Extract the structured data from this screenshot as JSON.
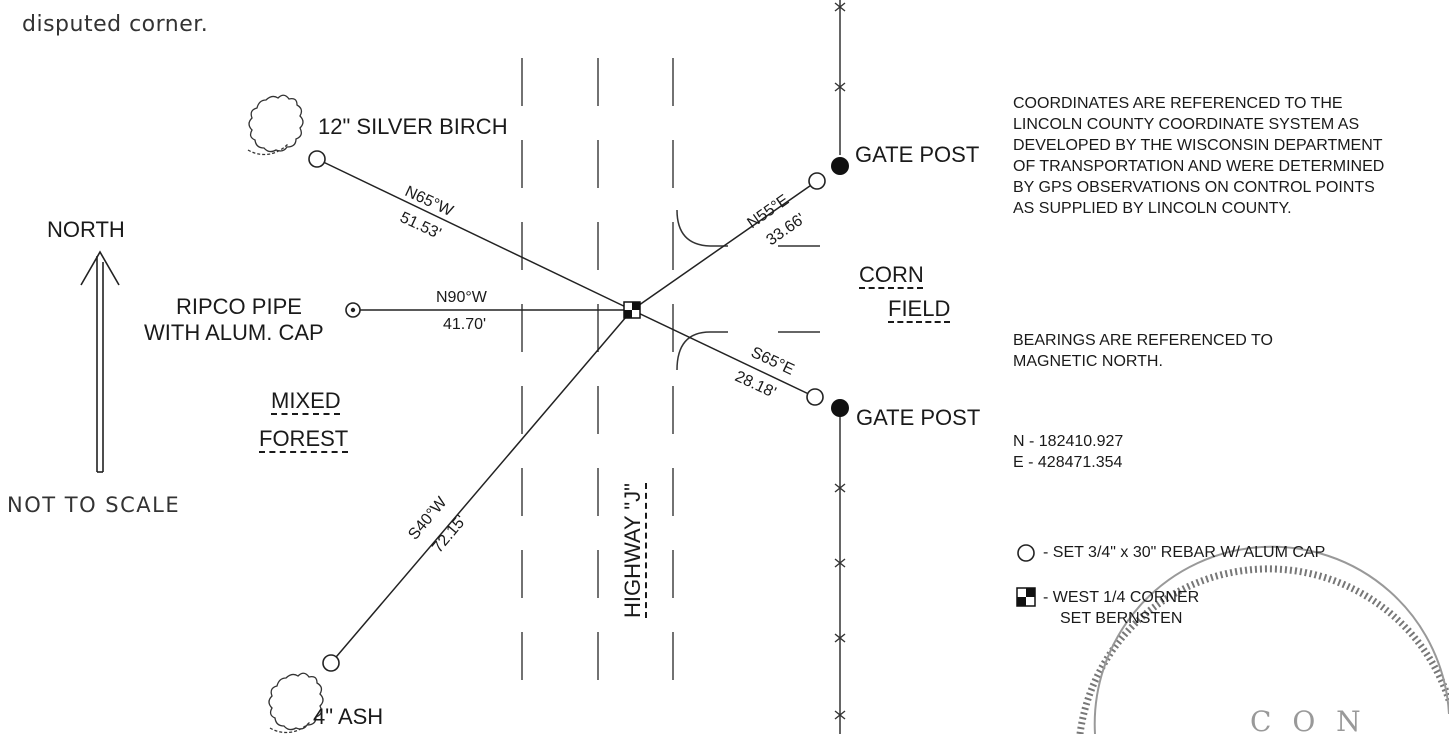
{
  "intro_text": "disputed corner.",
  "labels": {
    "silver_birch": "12\" SILVER BIRCH",
    "ash": "4\" ASH",
    "gate_post_top": "GATE POST",
    "gate_post_bottom": "GATE POST",
    "north": "NORTH",
    "not_to_scale": "NOT TO SCALE",
    "ripco_line1": "RIPCO PIPE",
    "ripco_line2": "WITH ALUM. CAP",
    "mixed": "MIXED",
    "forest": "FOREST",
    "corn": "CORN",
    "field": "FIELD",
    "highway": "HIGHWAY \"J\""
  },
  "courses": [
    {
      "bearing": "N65°W",
      "distance": "51.53'"
    },
    {
      "bearing": "N55°E",
      "distance": "33.66'"
    },
    {
      "bearing": "N90°W",
      "distance": "41.70'"
    },
    {
      "bearing": "S65°E",
      "distance": "28.18'"
    },
    {
      "bearing": "S40°W",
      "distance": "72.15'"
    }
  ],
  "notes": {
    "coordinates": "COORDINATES ARE REFERENCED TO THE LINCOLN COUNTY COORDINATE SYSTEM AS DEVELOPED BY THE WISCONSIN DEPARTMENT OF TRANSPORTATION AND WERE DETERMINED BY GPS OBSERVATIONS ON CONTROL POINTS AS SUPPLIED BY LINCOLN COUNTY.",
    "bearings": "BEARINGS ARE REFERENCED TO MAGNETIC NORTH.",
    "northing": "N - 182410.927",
    "easting": "E - 428471.354"
  },
  "legend": {
    "rebar": "- SET 3/4\" x 30\" REBAR W/ ALUM CAP",
    "corner_line1": "- WEST 1/4 CORNER",
    "corner_line2": "SET BERNSTEN"
  },
  "seal_text": "C O N"
}
